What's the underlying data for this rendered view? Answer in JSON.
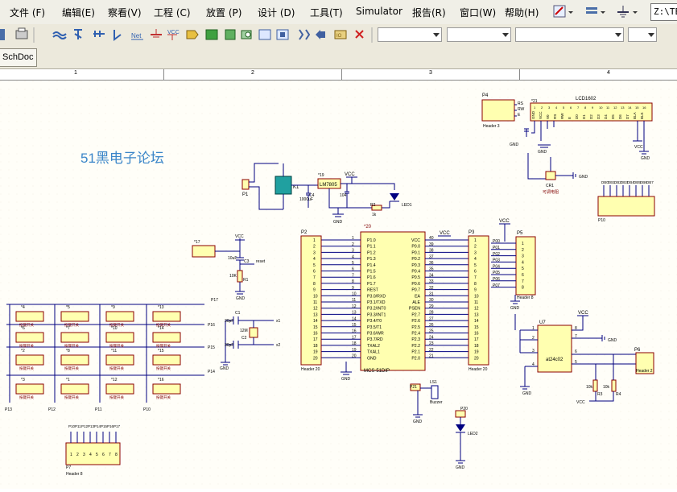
{
  "menubar": {
    "items": [
      {
        "label": "文件 (F)"
      },
      {
        "label": "编辑(E)"
      },
      {
        "label": "察看(V)"
      },
      {
        "label": "工程 (C)"
      },
      {
        "label": "放置 (P)"
      },
      {
        "label": "设计 (D)"
      },
      {
        "label": "工具(T)"
      },
      {
        "label": "Simulator"
      },
      {
        "label": "报告(R)"
      },
      {
        "label": "窗口(W)"
      },
      {
        "label": "帮助(H)"
      }
    ],
    "path_box": "Z:\\TE"
  },
  "document_tab": {
    "label": "SchDoc"
  },
  "ruler": {
    "labels": [
      "1",
      "2",
      "3",
      "4"
    ]
  },
  "schematic": {
    "title_text": "51黑电子论坛",
    "power": {
      "vcc": "VCC",
      "gnd": "GND"
    },
    "u_mcu": {
      "ref": "*20",
      "part": "MCS-51DIP",
      "left_pins": [
        "P1.0",
        "P1.1",
        "P1.2",
        "P1.3",
        "P1.4",
        "P1.5",
        "P1.6",
        "P1.7",
        "REST",
        "P3.0/RXD",
        "P3.1/TXD",
        "P3.2/INT0",
        "P3.3/INT1",
        "P3.4/T0",
        "P3.5/T1",
        "P3.6/WR",
        "P3.7/RD",
        "TXAL2",
        "TXAL1",
        "GND"
      ],
      "right_pins": [
        "VCC",
        "P0.0",
        "P0.1",
        "P0.2",
        "P0.3",
        "P0.4",
        "P0.5",
        "P0.6",
        "P0.7",
        "EA",
        "ALE",
        "PSEN",
        "P2.7",
        "P2.6",
        "P2.5",
        "P2.4",
        "P2.3",
        "P2.2",
        "P2.1",
        "P2.0"
      ],
      "left_nums": [
        "1",
        "2",
        "3",
        "4",
        "5",
        "6",
        "7",
        "8",
        "9",
        "10",
        "11",
        "12",
        "13",
        "14",
        "15",
        "16",
        "17",
        "18",
        "19",
        "20"
      ],
      "right_nums": [
        "40",
        "39",
        "38",
        "37",
        "36",
        "35",
        "34",
        "33",
        "32",
        "31",
        "30",
        "29",
        "28",
        "27",
        "26",
        "25",
        "24",
        "23",
        "22",
        "21"
      ]
    },
    "p2": {
      "ref": "P2",
      "name": "Header 20"
    },
    "p3": {
      "ref": "P3",
      "name": "Header 20"
    },
    "p4": {
      "ref": "P4",
      "name": "Header 3",
      "pins": [
        "RS",
        "RW",
        "E"
      ]
    },
    "lcd": {
      "ref": "*21",
      "name": "LCD1602",
      "pins": [
        "GND",
        "VCC",
        "V0",
        "RS",
        "RW",
        "E",
        "D0",
        "D1",
        "D2",
        "D3",
        "D4",
        "D5",
        "D6",
        "D7",
        "BLA",
        "BLK"
      ]
    },
    "p5": {
      "ref": "P5",
      "name": "Header 8",
      "pins": [
        "P00",
        "P01",
        "P02",
        "P03",
        "P04",
        "P05",
        "P06",
        "P07"
      ]
    },
    "p6": {
      "ref": "P6",
      "name": "Header 2"
    },
    "p7": {
      "ref": "P7",
      "name": "Header 8",
      "pins": [
        "P10",
        "P11",
        "P12",
        "P13",
        "P14",
        "P15",
        "P16",
        "P17"
      ]
    },
    "p10": {
      "ref": "P10",
      "pins": [
        "DB0",
        "DB1",
        "DB2",
        "DB3",
        "DB4",
        "DB5",
        "DB6",
        "DB7"
      ]
    },
    "u7": {
      "ref": "U7",
      "part": "at24c02"
    },
    "power_section": {
      "p1": "P1",
      "k1": "K1",
      "u19": "*19",
      "reg": "LM7805",
      "c4": "C4",
      "c4v": "1000uF",
      "c104": "104",
      "r2": "R2",
      "r2v": "1k",
      "led1": "LED1"
    },
    "reset": {
      "p17": "*17",
      "c3": "C3",
      "c3v": "10uF",
      "c3n": "reset",
      "r1": "R1",
      "r1v": "10K"
    },
    "crystal": {
      "c1": "C1",
      "c2": "C2",
      "v1": "30pF",
      "v2": "30pF",
      "y": "12M",
      "x1": "x1",
      "x2": "x2"
    },
    "pot": {
      "ref": "CR1",
      "name": "可调电阻"
    },
    "buzzer": {
      "ref": "LS1",
      "name": "Buzzer",
      "p21": "P21"
    },
    "led2": {
      "ref": "LED2",
      "p20": "P20"
    },
    "i2c": {
      "r3": "R3",
      "r4": "R4",
      "r3v": "10k",
      "r4v": "10k"
    },
    "key_rows": [
      "P17",
      "P16",
      "P15",
      "P14"
    ],
    "key_cols": [
      "P13",
      "P12",
      "P11",
      "P10"
    ],
    "keys": [
      "*4",
      "*5",
      "*9",
      "*13",
      "*6",
      "*7",
      "*10",
      "*14",
      "*2",
      "*8",
      "*11",
      "*15",
      "*3",
      "*1",
      "*12",
      "*16"
    ],
    "key_label": "按键开关"
  },
  "colors": {
    "wire": "#000080",
    "part_fill": "#ffffb0",
    "part_border": "#8b0000",
    "text_red": "#800000",
    "title_blue": "#3b86c9",
    "sheet": "#fffef8"
  }
}
